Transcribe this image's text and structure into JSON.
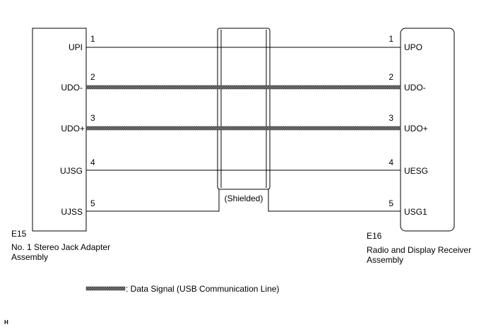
{
  "left_connector": {
    "code": "E15",
    "name_lines": [
      "No. 1 Stereo Jack Adapter",
      "Assembly"
    ],
    "pins": [
      {
        "number": "1",
        "label": "UPI"
      },
      {
        "number": "2",
        "label": "UDO-"
      },
      {
        "number": "3",
        "label": "UDO+"
      },
      {
        "number": "4",
        "label": "UJSG"
      },
      {
        "number": "5",
        "label": "UJSS"
      }
    ]
  },
  "right_connector": {
    "code": "E16",
    "name_lines": [
      "Radio and Display Receiver",
      "Assembly"
    ],
    "pins": [
      {
        "number": "1",
        "label": "UPO"
      },
      {
        "number": "2",
        "label": "UDO-"
      },
      {
        "number": "3",
        "label": "UDO+"
      },
      {
        "number": "4",
        "label": "UESG"
      },
      {
        "number": "5",
        "label": "USG1"
      }
    ]
  },
  "wires": [
    {
      "from_pin": "1",
      "to_pin": "1",
      "type": "plain"
    },
    {
      "from_pin": "2",
      "to_pin": "2",
      "type": "data-signal"
    },
    {
      "from_pin": "3",
      "to_pin": "3",
      "type": "data-signal"
    },
    {
      "from_pin": "4",
      "to_pin": "4",
      "type": "plain"
    },
    {
      "from_pin": "5",
      "to_pin": "5",
      "type": "shield-ground"
    }
  ],
  "shield_label": "(Shielded)",
  "legend": {
    "text": ": Data Signal (USB Communication Line)"
  },
  "footer_mark": "H"
}
